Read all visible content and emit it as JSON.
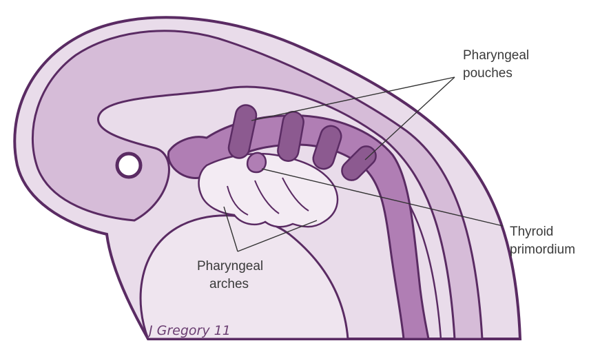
{
  "labels": {
    "pouches_line1": "Pharyngeal",
    "pouches_line2": "pouches",
    "thyroid_line1": "Thyroid",
    "thyroid_line2": "primordium",
    "arches_line1": "Pharyngeal",
    "arches_line2": "arches"
  },
  "signature": "J Gregory 11",
  "colors": {
    "outline": "#5a2b63",
    "body_fill": "#e9dcea",
    "brain_fill": "#d6bcd8",
    "pharynx_fill": "#b07eb4",
    "pouch_fill": "#8c5a90",
    "arch_fill": "#f3ebf3",
    "background": "#ffffff"
  }
}
